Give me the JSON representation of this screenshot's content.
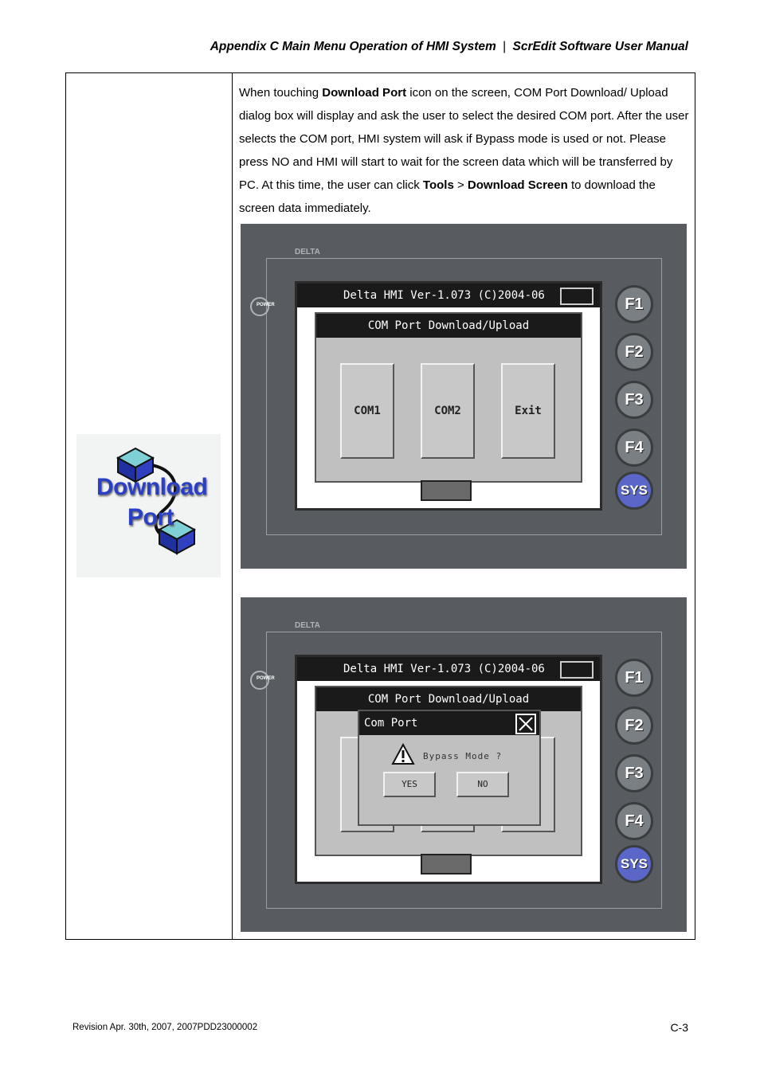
{
  "header": {
    "left": "Appendix C  Main Menu Operation of HMI System",
    "separator": "|",
    "right": "ScrEdit Software User Manual"
  },
  "body": {
    "p1": "When touching ",
    "p1_bold": "Download Port",
    "p2": " icon on the screen, COM Port Download/ Upload dialog box will display and ask the user to select the desired COM port. After the user selects the COM port, HMI system will ask if Bypass mode is used or not. Please press NO and HMI will start to wait for the screen data which will be transferred by PC. At this time, the user can click ",
    "p2_bold": "Tools",
    "p3": " > ",
    "p3_bold": "Download Screen",
    "p4": " to download the screen data immediately."
  },
  "icon": {
    "line1": "Download",
    "line2": "Port",
    "name": "download-port-icon"
  },
  "hmi": {
    "brand": "DELTA",
    "power": "POWER",
    "title": "Delta HMI Ver-1.073 (C)2004-06",
    "dialog_title": "COM Port Download/Upload",
    "buttons": [
      "COM1",
      "COM2",
      "Exit"
    ],
    "fkeys": [
      "F1",
      "F2",
      "F3",
      "F4",
      "SYS"
    ]
  },
  "popup": {
    "title": "Com Port",
    "question": "Bypass Mode ?",
    "yes": "YES",
    "no": "NO"
  },
  "footer": {
    "revision": "Revision Apr. 30th, 2007, 2007PDD23000002",
    "page": "C-3"
  }
}
